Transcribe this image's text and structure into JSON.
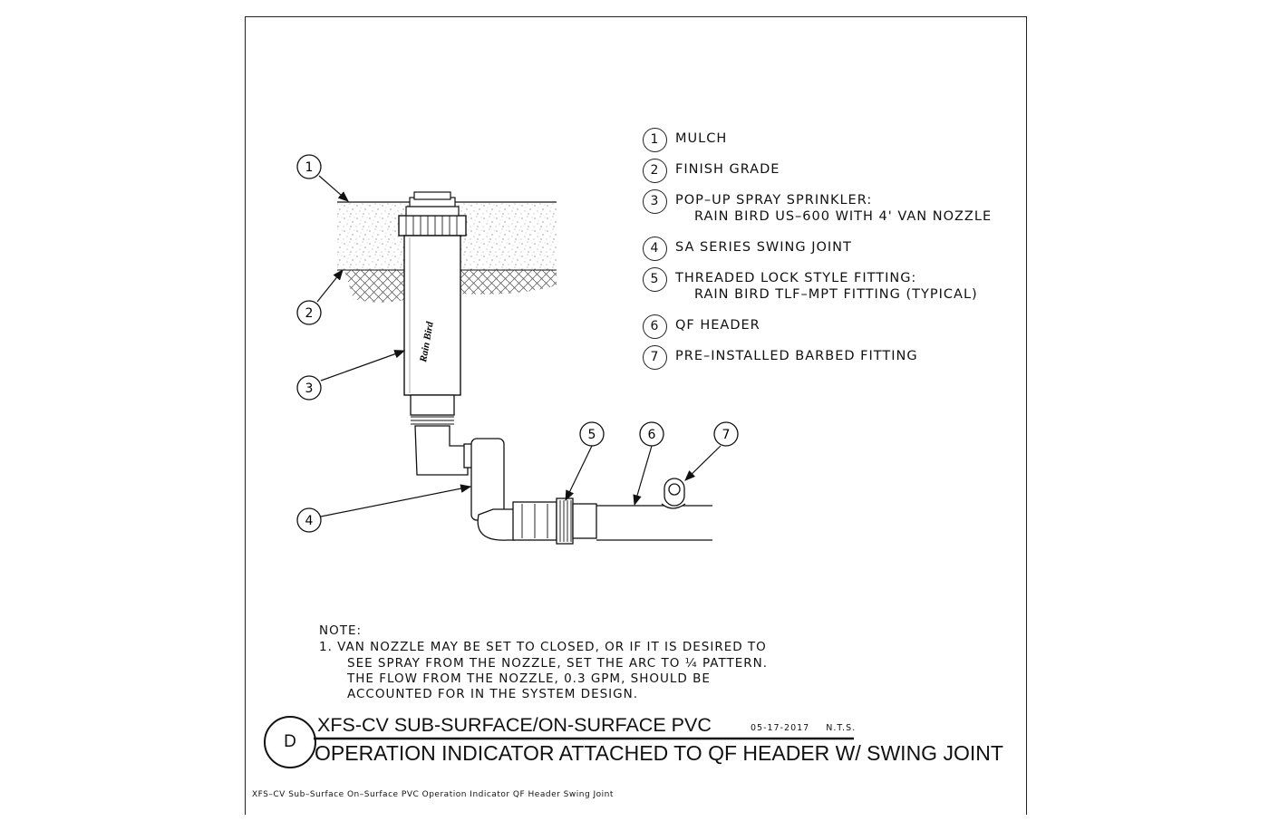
{
  "legend": [
    {
      "num": "1",
      "label": "MULCH",
      "sub": ""
    },
    {
      "num": "2",
      "label": "FINISH GRADE",
      "sub": ""
    },
    {
      "num": "3",
      "label": "POP–UP SPRAY SPRINKLER:",
      "sub": "RAIN BIRD US–600 WITH 4' VAN NOZZLE"
    },
    {
      "num": "4",
      "label": "SA SERIES SWING JOINT",
      "sub": ""
    },
    {
      "num": "5",
      "label": "THREADED LOCK STYLE FITTING:",
      "sub": "RAIN BIRD TLF–MPT FITTING (TYPICAL)"
    },
    {
      "num": "6",
      "label": "QF HEADER",
      "sub": ""
    },
    {
      "num": "7",
      "label": "PRE–INSTALLED BARBED FITTING",
      "sub": ""
    }
  ],
  "callouts": {
    "c1": "1",
    "c2": "2",
    "c3": "3",
    "c4": "4",
    "c5": "5",
    "c6": "6",
    "c7": "7"
  },
  "brand_mark": "Rain Bird",
  "note": {
    "heading": "NOTE:",
    "line1": "1. VAN NOZZLE MAY BE SET TO CLOSED, OR IF IT IS DESIRED TO",
    "line2": "SEE SPRAY FROM THE NOZZLE, SET THE ARC TO ¼ PATTERN.",
    "line3": "THE FLOW FROM THE NOZZLE, 0.3 GPM, SHOULD BE",
    "line4": "ACCOUNTED FOR IN THE SYSTEM DESIGN."
  },
  "title": {
    "detail_tag": "D",
    "line1": "XFS-CV SUB-SURFACE/ON-SURFACE PVC",
    "line2": "OPERATION INDICATOR ATTACHED TO QF HEADER W/ SWING JOINT",
    "date": "05-17-2017",
    "scale": "N.T.S."
  },
  "footer": "XFS–CV Sub–Surface On–Surface PVC Operation Indicator QF Header Swing Joint"
}
